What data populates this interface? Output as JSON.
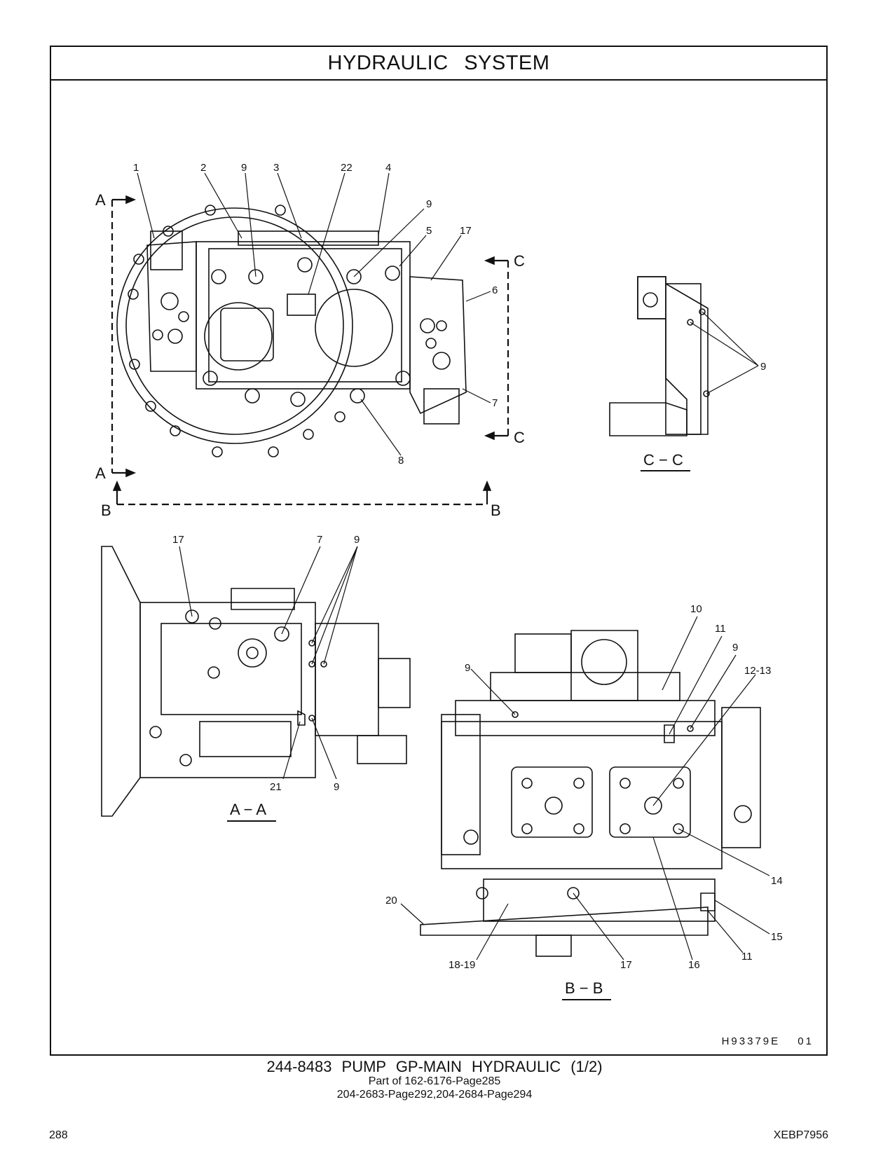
{
  "header": {
    "title": "HYDRAULIC   SYSTEM"
  },
  "drawing": {
    "id": "H93379E   01",
    "view_labels": {
      "cc": "C − C",
      "aa": "A − A",
      "bb": "B − B"
    },
    "section_letters": [
      "A",
      "A",
      "B",
      "B",
      "C",
      "C"
    ],
    "callouts": {
      "top": [
        "1",
        "2",
        "9",
        "3",
        "22",
        "4",
        "9",
        "5",
        "17",
        "6",
        "7",
        "8"
      ],
      "cc": [
        "9"
      ],
      "aa": [
        "17",
        "7",
        "9",
        "21",
        "9"
      ],
      "bb": [
        "10",
        "11",
        "9",
        "9",
        "12-13",
        "14",
        "20",
        "15",
        "11",
        "18-19",
        "17",
        "16"
      ]
    }
  },
  "caption": {
    "title": "244-8483   PUMP GP-MAIN  HYDRAULIC (1/2)",
    "line1": "Part of 162-6176-Page285",
    "line2": "204-2683-Page292,204-2684-Page294"
  },
  "footer": {
    "page_number": "288",
    "doc_code": "XEBP7956"
  }
}
